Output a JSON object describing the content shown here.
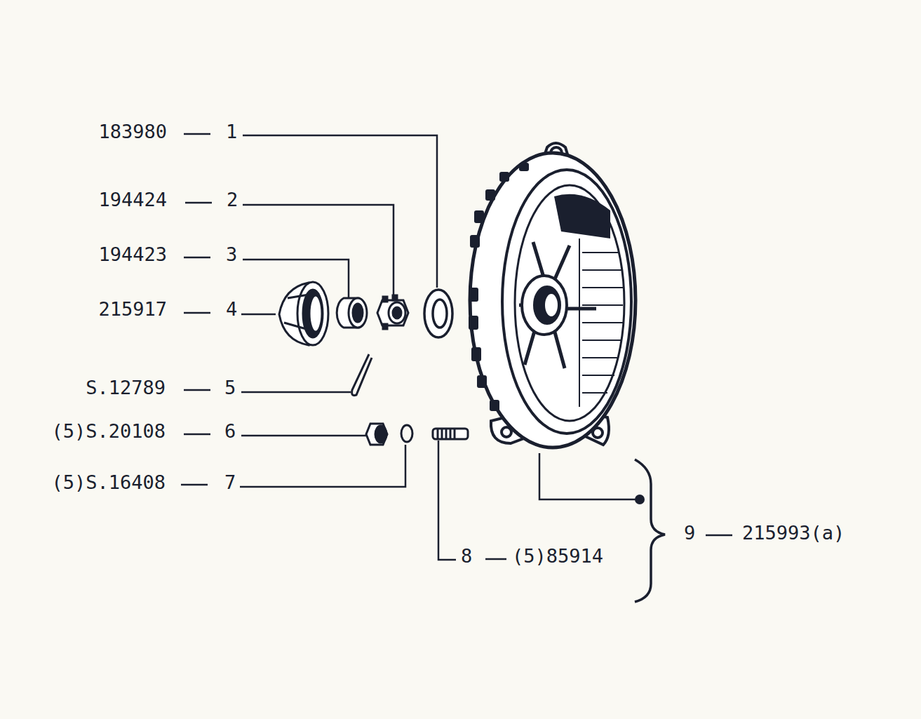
{
  "diagram": {
    "labels": [
      "183980",
      "1",
      "194424",
      "2",
      "194423",
      "3",
      "215917",
      "4",
      "S.12789",
      "5",
      "(5)S.20108",
      "6",
      "(5)S.16408",
      "7",
      "8",
      "(5)85914",
      "9",
      "215993(a)"
    ]
  }
}
